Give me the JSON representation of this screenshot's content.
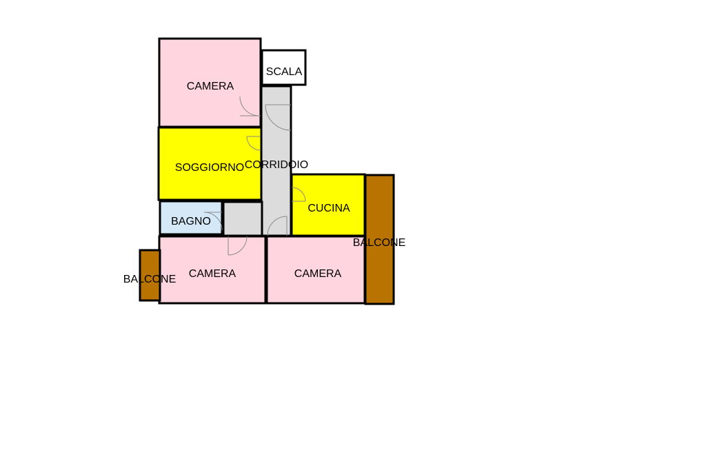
{
  "rooms": {
    "camera_top": "CAMERA",
    "scala": "SCALA",
    "soggiorno": "SOGGIORNO",
    "corridoio": "CORRIDOIO",
    "cucina": "CUCINA",
    "bagno": "BAGNO",
    "camera_left": "CAMERA",
    "camera_right": "CAMERA",
    "balcone_left": "BALCONE",
    "balcone_right": "BALCONE"
  },
  "colors": {
    "camera": "#ffd5df",
    "soggiorno": "#ffff00",
    "cucina": "#ffff00",
    "bagno": "#d5e8f8",
    "corridoio": "#dcdcdc",
    "scala": "#ffffff",
    "balcone": "#b87300",
    "wall": "#000000"
  }
}
